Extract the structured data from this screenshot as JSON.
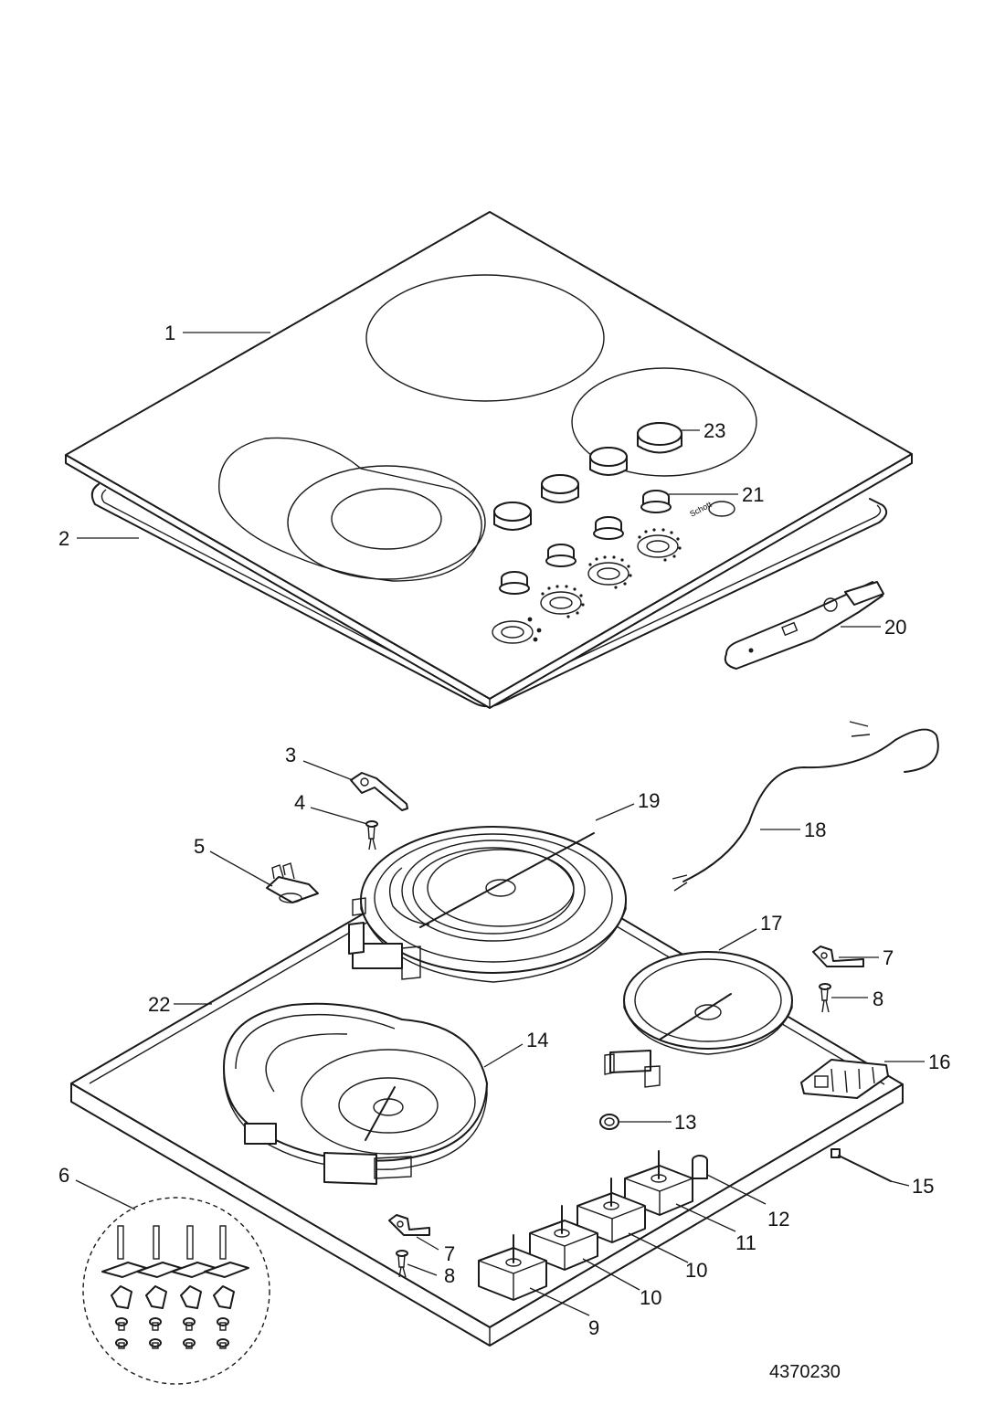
{
  "drawing_number": "4370230",
  "labels": [
    {
      "id": "1",
      "text": "1"
    },
    {
      "id": "2",
      "text": "2"
    },
    {
      "id": "3",
      "text": "3"
    },
    {
      "id": "4",
      "text": "4"
    },
    {
      "id": "5",
      "text": "5"
    },
    {
      "id": "6",
      "text": "6"
    },
    {
      "id": "7a",
      "text": "7"
    },
    {
      "id": "7b",
      "text": "7"
    },
    {
      "id": "8a",
      "text": "8"
    },
    {
      "id": "8b",
      "text": "8"
    },
    {
      "id": "9",
      "text": "9"
    },
    {
      "id": "10a",
      "text": "10"
    },
    {
      "id": "10b",
      "text": "10"
    },
    {
      "id": "11",
      "text": "11"
    },
    {
      "id": "12",
      "text": "12"
    },
    {
      "id": "13",
      "text": "13"
    },
    {
      "id": "14",
      "text": "14"
    },
    {
      "id": "15",
      "text": "15"
    },
    {
      "id": "16",
      "text": "16"
    },
    {
      "id": "17",
      "text": "17"
    },
    {
      "id": "18",
      "text": "18"
    },
    {
      "id": "19",
      "text": "19"
    },
    {
      "id": "20",
      "text": "20"
    },
    {
      "id": "21",
      "text": "21"
    },
    {
      "id": "22",
      "text": "22"
    },
    {
      "id": "23",
      "text": "23"
    }
  ]
}
